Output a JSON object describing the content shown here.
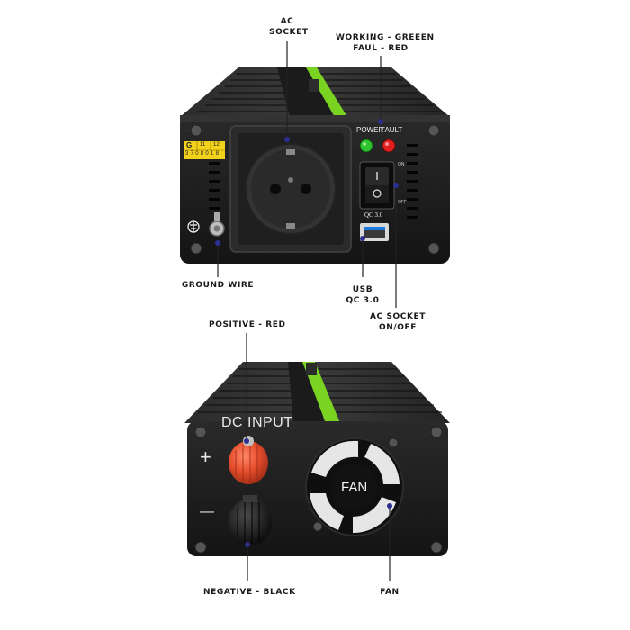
{
  "callouts": {
    "ac_socket": [
      "AC",
      "SOCKET"
    ],
    "status_leds": [
      "WORKING - GREEEN",
      "FAUL - RED"
    ],
    "ground_wire": "GROUND WIRE",
    "usb": [
      "USB",
      "QC 3.0"
    ],
    "ac_switch": [
      "AC SOCKET",
      "ON/OFF"
    ],
    "positive": "POSITIVE - RED",
    "negative": "NEGATIVE - BLACK",
    "fan": "FAN"
  },
  "panel_markings": {
    "power": "POWER",
    "fault": "FAULT",
    "qc": "QC 3.0",
    "switch_on": "ON",
    "switch_off": "OFF",
    "dc_input": "DC INPUT",
    "plus": "+",
    "minus": "—",
    "fan": "FAN"
  },
  "sticker": {
    "top": [
      "G",
      "11",
      "12"
    ],
    "bottom": "3 7 0 8 0 1 8"
  },
  "colors": {
    "brand_green": "#7ad321",
    "led_green": "#2fc22f",
    "led_red": "#e02020",
    "terminal_red": "#e8502f",
    "callout_dot": "#2b2f8f",
    "housing": "#1c1c1c"
  },
  "icons": {
    "ground": "ground-symbol-icon",
    "power_switch": "rocker-switch-icon",
    "usb": "usb-port-icon",
    "fan": "fan-grille-icon"
  }
}
